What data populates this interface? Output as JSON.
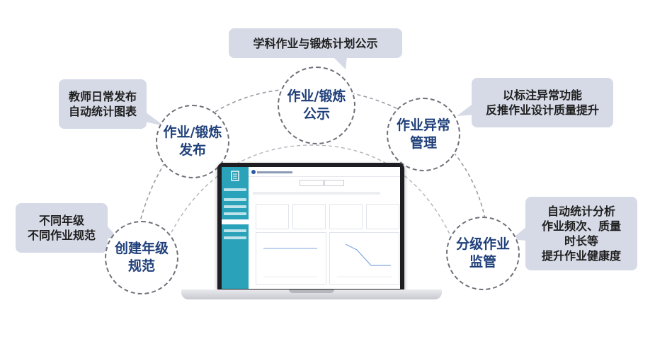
{
  "nodes": {
    "center": {
      "line1": "作业/锻炼",
      "line2": "公示"
    },
    "left_top": {
      "line1": "作业/锻炼",
      "line2": "发布"
    },
    "right_top": {
      "line1": "作业异常",
      "line2": "管理"
    },
    "left_bottom": {
      "line1": "创建年级",
      "line2": "规范"
    },
    "right_bottom": {
      "line1": "分级作业",
      "line2": "监管"
    }
  },
  "callouts": {
    "top": {
      "line1": "学科作业与锻炼计划公示"
    },
    "left_top": {
      "line1": "教师日常发布",
      "line2": "自动统计图表"
    },
    "right_top": {
      "line1": "以标注异常功能",
      "line2": "反推作业设计质量提升"
    },
    "left_bottom": {
      "line1": "不同年级",
      "line2": "不同作业规范"
    },
    "right_bottom": {
      "line1": "自动统计分析",
      "line2": "作业频次、质量",
      "line3": "时长等",
      "line4": "提升作业健康度"
    }
  },
  "colors": {
    "bubble_bg": "#d6dae6",
    "node_text": "#1f3f7a",
    "dashed_line": "#9a9ca3",
    "sidebar": "#2aa2b9"
  },
  "icons": {
    "sidebar_logo": "document-icon"
  }
}
